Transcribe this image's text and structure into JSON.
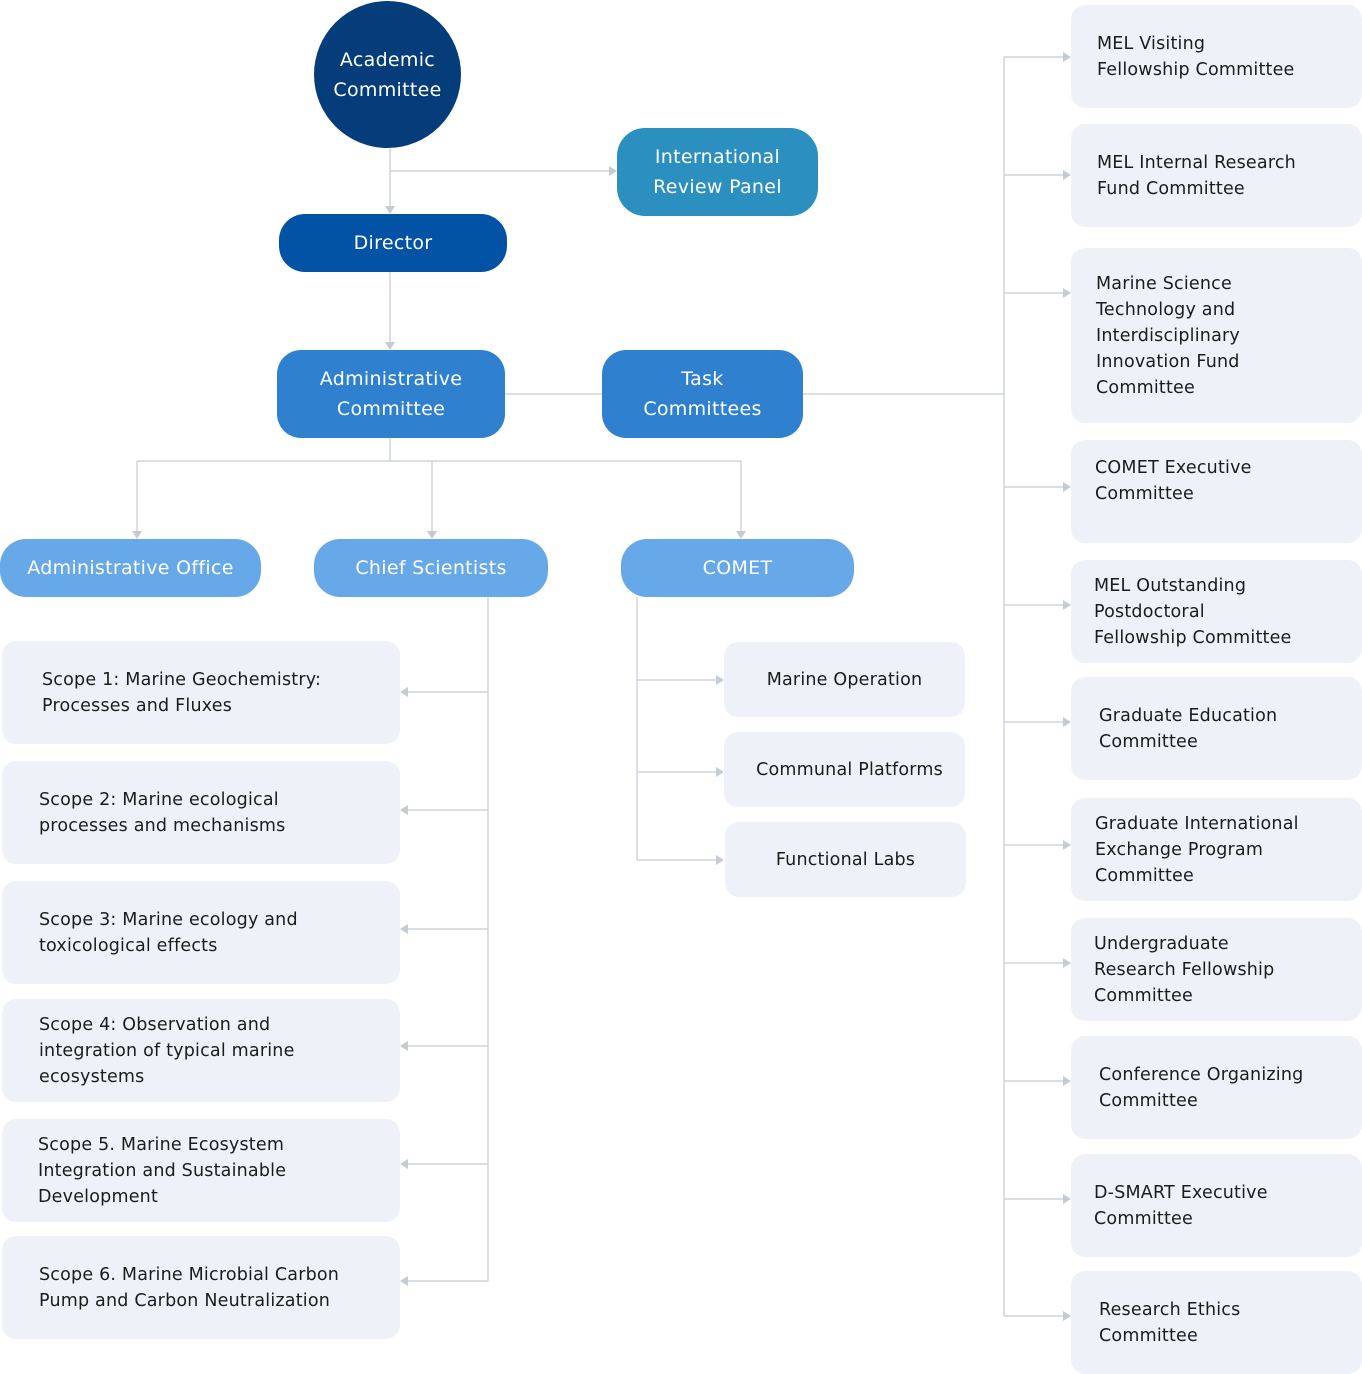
{
  "top": {
    "academic_committee": "Academic\nCommittee",
    "international_review_panel": "International\nReview Panel",
    "director": "Director",
    "administrative_committee": "Administrative\nCommittee",
    "task_committees": "Task\nCommittees"
  },
  "units": {
    "administrative_office": "Administrative Office",
    "chief_scientists": "Chief Scientists",
    "comet": "COMET"
  },
  "scopes": [
    "Scope 1: Marine Geochemistry:\nProcesses and Fluxes",
    "Scope 2: Marine ecological\nprocesses and mechanisms",
    "Scope 3: Marine ecology and\ntoxicological effects",
    "Scope 4: Observation and\nintegration of typical marine\necosystems",
    "Scope 5. Marine Ecosystem\nIntegration and Sustainable\nDevelopment",
    "Scope 6. Marine Microbial Carbon\nPump and Carbon Neutralization"
  ],
  "comet_units": [
    "Marine Operation",
    "Communal Platforms",
    "Functional Labs"
  ],
  "task_committee_list": [
    "MEL Visiting\nFellowship Committee",
    "MEL Internal Research\nFund Committee",
    "Marine Science\nTechnology and\nInterdisciplinary\nInnovation Fund\nCommittee",
    "COMET Executive\nCommittee",
    "MEL Outstanding\nPostdoctoral\nFellowship Committee",
    "Graduate Education\nCommittee",
    "Graduate International\nExchange Program\nCommittee",
    "Undergraduate\nResearch Fellowship\nCommittee",
    "Conference Organizing\nCommittee",
    "D-SMART Executive\nCommittee",
    "Research Ethics\nCommittee"
  ],
  "colors": {
    "academic": "#053d7b",
    "director": "#0253a5",
    "review_panel": "#2b90bf",
    "committee": "#3080d0",
    "unit": "#67a8e9",
    "card": "#eef2f8",
    "connector": "#c5cbd3"
  }
}
